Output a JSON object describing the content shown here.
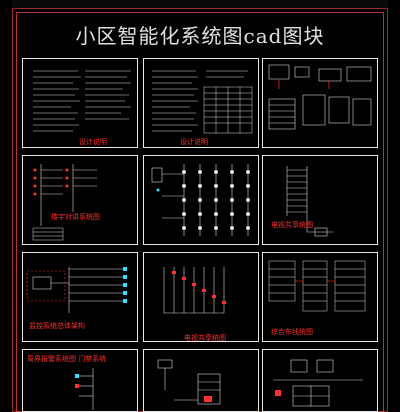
{
  "drawing": {
    "title": "小区智能化系统图cad图块"
  },
  "sheets": [
    {
      "caption": "设计说明"
    },
    {
      "caption": "设计说明"
    },
    {
      "caption": ""
    },
    {
      "caption": "楼宇对讲系统图"
    },
    {
      "caption": ""
    },
    {
      "caption": "电视共享统图"
    },
    {
      "caption": "监控系统总体架构"
    },
    {
      "caption": "电视共享统图"
    },
    {
      "caption": "综合布线统图"
    },
    {
      "caption": "周界报警系统图 门禁系统"
    },
    {
      "caption": ""
    },
    {
      "caption": ""
    }
  ],
  "colors": {
    "sheet_border": "#e6e6e6",
    "frame": "#b33333",
    "caption": "#ff3030",
    "line_white": "#e0e0e0",
    "line_red": "#ff2020",
    "line_cyan": "#30e0ff"
  }
}
